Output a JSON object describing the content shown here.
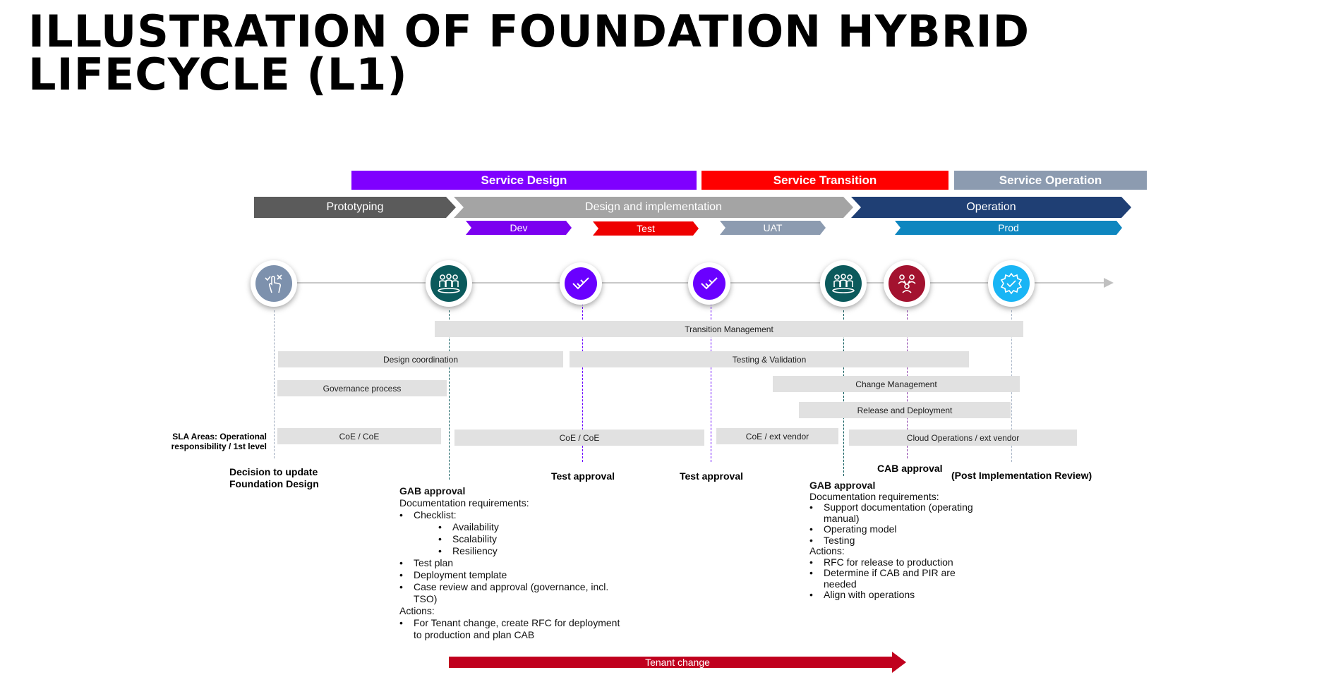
{
  "title": {
    "line1": "ILLUSTRATION OF FOUNDATION HYBRID",
    "line2": "LIFECYCLE (L1)"
  },
  "phases": {
    "design": "Service Design",
    "transition": "Service Transition",
    "operation": "Service Operation"
  },
  "stages": {
    "prototyping": "Prototyping",
    "design_impl": "Design and implementation",
    "operation": "Operation"
  },
  "environments": {
    "dev": "Dev",
    "test": "Test",
    "uat": "UAT",
    "prod": "Prod"
  },
  "bars": {
    "transition_mgmt": "Transition Management",
    "design_coord": "Design coordination",
    "testing_validation": "Testing & Validation",
    "change_mgmt": "Change Management",
    "governance": "Governance process",
    "release_deploy": "Release and Deployment",
    "coe1": "CoE / CoE",
    "coe2": "CoE / CoE",
    "coe_vendor": "CoE / ext vendor",
    "cloud_ops": "Cloud Operations / ext vendor"
  },
  "sla": {
    "line1": "SLA Areas: Operational",
    "line2": "responsibility / 1st level"
  },
  "milestones": {
    "decision_line1": "Decision to update",
    "decision_line2": "Foundation Design",
    "test_approval_1": "Test approval",
    "test_approval_2": "Test approval",
    "cab_approval": "CAB approval",
    "pir": "(Post Implementation Review)"
  },
  "gab1": {
    "heading": "GAB approval",
    "doc_req": "Documentation requirements:",
    "checklist": "Checklist:",
    "check_items": [
      "Availability",
      "Scalability",
      "Resiliency"
    ],
    "items": [
      "Test plan",
      "Deployment template",
      "Case review and approval (governance, incl. TSO)"
    ],
    "actions": "Actions:",
    "action_items": [
      "For Tenant change, create RFC for deployment to production and plan CAB"
    ]
  },
  "gab2": {
    "heading": "GAB approval",
    "doc_req": "Documentation requirements:",
    "items": [
      "Support documentation (operating manual)",
      "Operating model",
      "Testing"
    ],
    "actions": "Actions:",
    "action_items": [
      "RFC for release to production",
      "Determine if CAB and PIR are needed",
      "Align with operations"
    ]
  },
  "tenant_change": "Tenant change",
  "icons": [
    "gesture-icon",
    "people-group-icon",
    "check-icon",
    "check-icon",
    "people-group-icon",
    "people-network-icon",
    "gear-check-icon"
  ],
  "colors": {
    "service_design": "#7f00ff",
    "service_transition": "#ff0000",
    "service_operation": "#8c9bb0",
    "prototyping": "#5b5b5b",
    "design_impl": "#a4a4a4",
    "operation": "#1f3f74",
    "dev": "#7b00f0",
    "test": "#ee0000",
    "uat": "#8c9bb0",
    "prod": "#0e86bf",
    "tenant": "#c0001e",
    "teal": "#0b5a5c",
    "purple": "#6a00ff",
    "maroon": "#a3122f",
    "cyan": "#19b5f5",
    "slate": "#7d91ad"
  }
}
